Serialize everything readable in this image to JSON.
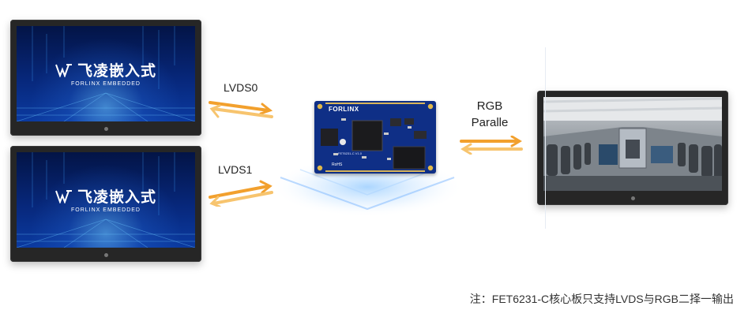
{
  "monitors": [
    {
      "brand_cn": "飞凌嵌入式",
      "brand_en": "FORLINX EMBEDDED"
    },
    {
      "brand_cn": "飞凌嵌入式",
      "brand_en": "FORLINX EMBEDDED"
    }
  ],
  "links": {
    "lvds0": "LVDS0",
    "lvds1": "LVDS1",
    "rgb_line1": "RGB",
    "rgb_line2": "Paralle"
  },
  "board": {
    "brand": "FORLINX",
    "part": "FET6231-C V1.0",
    "rohs": "RoHS"
  },
  "note": "注：FET6231-C核心板只支持LVDS与RGB二择一输出",
  "colors": {
    "arrow_orange": "#f2a02d",
    "board_blue": "#0f2f86",
    "screen_blue": "#07277a",
    "bezel": "#262626"
  },
  "icons": [
    "forlinx-logo-icon",
    "double-arrow-icon",
    "power-dot-icon"
  ]
}
